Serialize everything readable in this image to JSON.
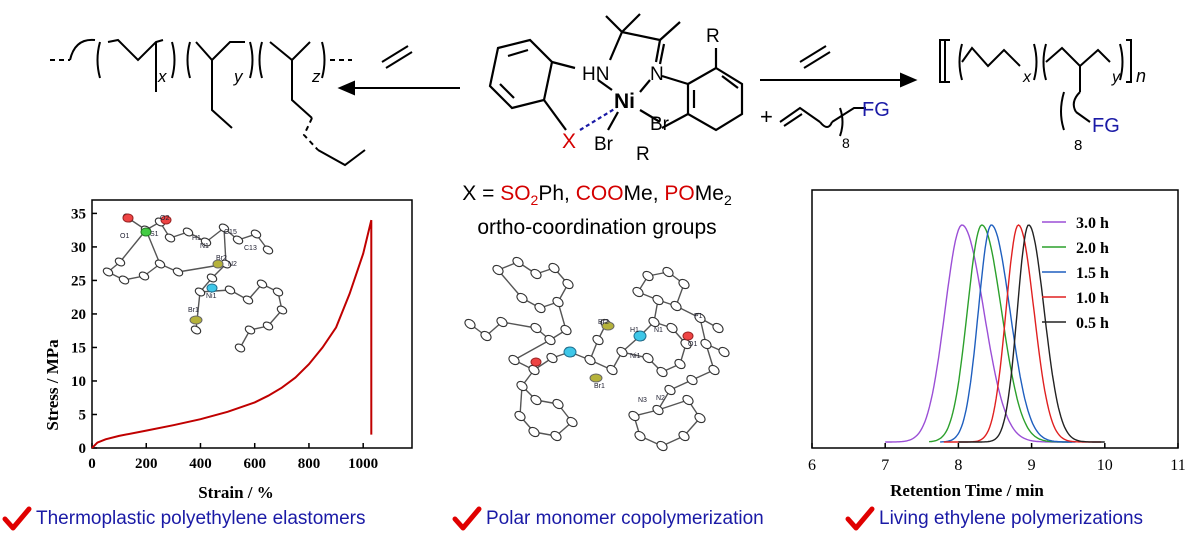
{
  "scheme": {
    "left_polymer": {
      "sub_x": "x",
      "sub_y": "y",
      "sub_z": "z"
    },
    "left_reagent": "ethylene",
    "catalyst": {
      "hn": "HN",
      "n": "N",
      "ni": "Ni",
      "br1": "Br",
      "br2": "Br",
      "x": "X",
      "r_top": "R",
      "r_bottom": "R"
    },
    "right_reagents": {
      "plus": "+",
      "sub_8": "8",
      "fg": "FG"
    },
    "right_polymer": {
      "sub_x": "x",
      "sub_y": "y",
      "sub_n": "n",
      "sub_8": "8",
      "fg": "FG"
    }
  },
  "substituents": {
    "prefix": "X = ",
    "g1": "SO",
    "g1_sub": "2",
    "g1_rest": "Ph",
    "sep1": ", ",
    "g2": "COO",
    "g2_rest": "Me",
    "sep2": ", ",
    "g3": "PO",
    "g3_rest": "Me",
    "g3_sub": "2",
    "line2": "ortho-coordination groups"
  },
  "crystal_labels": {
    "left": [
      "O1",
      "O2",
      "S1",
      "H1",
      "N1",
      "C15",
      "Br2",
      "N2",
      "C13",
      "Ni1",
      "Br1"
    ],
    "right": [
      "Br2",
      "H1",
      "N1",
      "P1",
      "O1",
      "Ni1",
      "Br1",
      "N3",
      "N2"
    ]
  },
  "checks": [
    {
      "icon": "check-icon",
      "label": "Thermoplastic polyethylene elastomers"
    },
    {
      "icon": "check-icon",
      "label": "Polar monomer copolymerization"
    },
    {
      "icon": "check-icon",
      "label": "Living ethylene polymerizations"
    }
  ],
  "colors": {
    "curve": "#c00000",
    "check": "#e00000",
    "text_blue": "#1a1aa6",
    "red": "#d40000"
  },
  "chart_data": [
    {
      "type": "line",
      "xlabel": "Strain / %",
      "ylabel": "Stress / MPa",
      "xticks": [
        0,
        200,
        400,
        600,
        800,
        1000
      ],
      "yticks": [
        0,
        5,
        10,
        15,
        20,
        25,
        30,
        35
      ],
      "xlim": [
        0,
        1180
      ],
      "ylim": [
        0,
        37
      ],
      "series": [
        {
          "x": [
            0,
            20,
            50,
            100,
            200,
            300,
            400,
            500,
            600,
            650,
            700,
            750,
            800,
            850,
            900,
            950,
            1000,
            1030,
            1030
          ],
          "y": [
            0,
            0.8,
            1.3,
            1.8,
            2.6,
            3.4,
            4.3,
            5.4,
            6.8,
            7.8,
            9.0,
            10.5,
            12.5,
            15.0,
            18.0,
            23.0,
            29.0,
            34.0,
            2.0
          ]
        }
      ],
      "grid": false
    },
    {
      "type": "line",
      "xlabel": "Retention Time / min",
      "xticks": [
        6,
        7,
        8,
        9,
        10,
        11
      ],
      "xlim": [
        6,
        11
      ],
      "legend_position": "top-right",
      "series": [
        {
          "name": "3.0 h",
          "color": "#9b4fd6",
          "center": 8.05,
          "width_left": 0.33,
          "width_right": 0.42,
          "start": 7.0,
          "end": 9.5
        },
        {
          "name": "2.0 h",
          "color": "#2ca02c",
          "center": 8.32,
          "width_left": 0.28,
          "width_right": 0.38,
          "start": 7.6,
          "end": 9.55
        },
        {
          "name": "1.5 h",
          "color": "#1f5fbf",
          "center": 8.45,
          "width_left": 0.25,
          "width_right": 0.36,
          "start": 7.75,
          "end": 9.6
        },
        {
          "name": "1.0 h",
          "color": "#e02020",
          "center": 8.82,
          "width_left": 0.24,
          "width_right": 0.3,
          "start": 7.8,
          "end": 9.95
        },
        {
          "name": "0.5 h",
          "color": "#222222",
          "center": 8.96,
          "width_left": 0.22,
          "width_right": 0.3,
          "start": 8.0,
          "end": 10.0
        }
      ],
      "grid": false
    }
  ]
}
